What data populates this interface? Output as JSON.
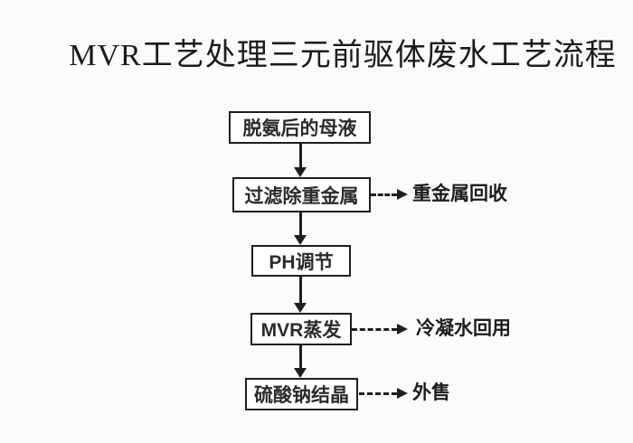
{
  "title": "MVR工艺处理三元前驱体废水工艺流程",
  "flow": {
    "nodes": [
      {
        "label": "脱氨后的母液"
      },
      {
        "label": "过滤除重金属",
        "branch_label": "重金属回收",
        "branch_style": "dashed"
      },
      {
        "label": "PH调节"
      },
      {
        "label": "MVR蒸发",
        "branch_label": "冷凝水回用",
        "branch_style": "dashed"
      },
      {
        "label": "硫酸钠结晶",
        "branch_label": "外售",
        "branch_style": "dashed"
      }
    ]
  },
  "colors": {
    "line": "#1e1e1e",
    "box_border": "#1e1e1e",
    "box_fill": "#ffffff",
    "text": "#2b2b2b",
    "title_text": "#1b1b1b",
    "background": "#fbfbfb"
  }
}
